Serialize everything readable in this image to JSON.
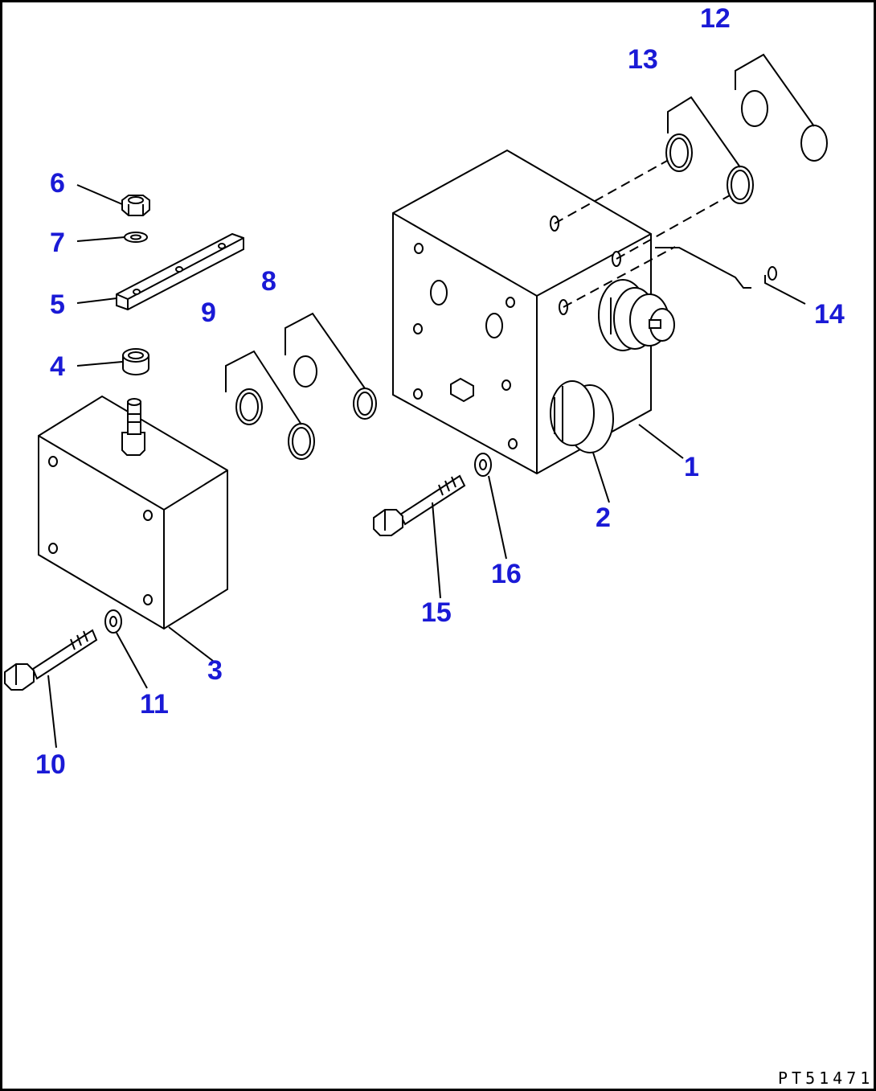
{
  "diagram": {
    "drawing_code": "PT51471",
    "callouts": [
      "1",
      "2",
      "3",
      "4",
      "5",
      "6",
      "7",
      "8",
      "9",
      "10",
      "11",
      "12",
      "13",
      "14",
      "15",
      "16"
    ]
  }
}
